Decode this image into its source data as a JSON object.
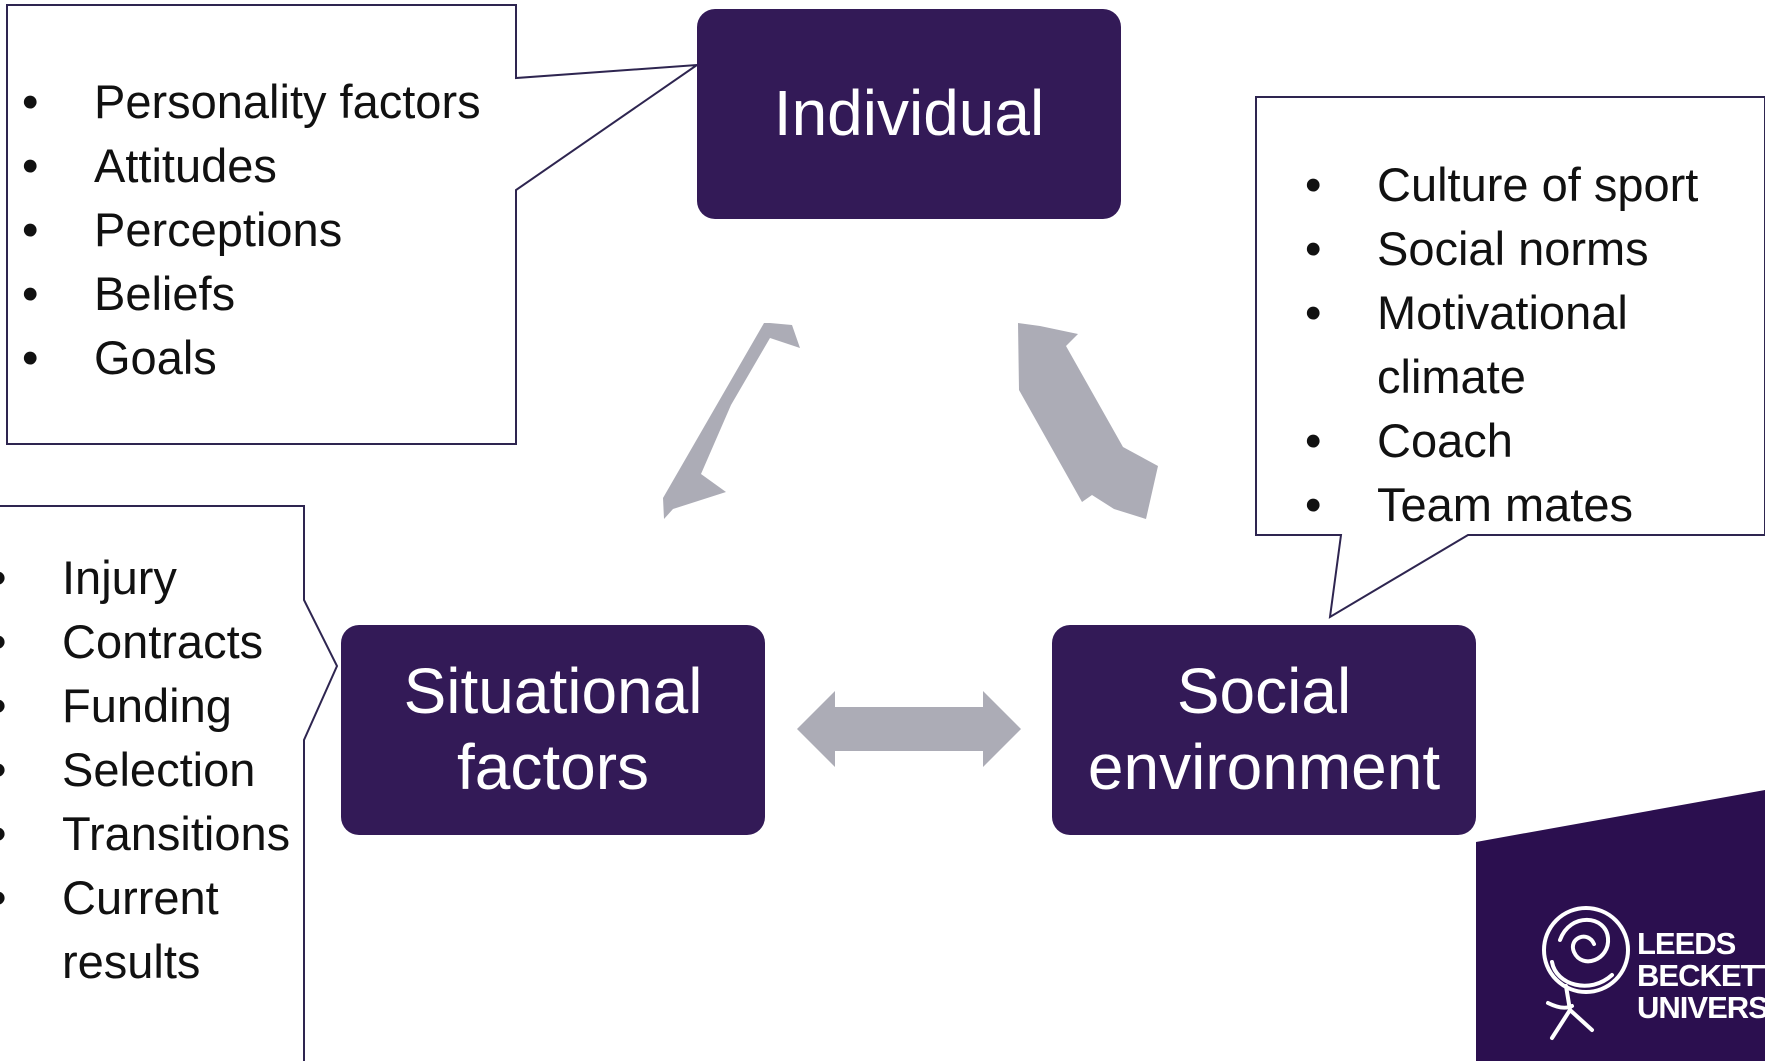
{
  "nodes": {
    "individual": [
      "Individual"
    ],
    "situational": [
      "Situational",
      "factors"
    ],
    "social": [
      "Social",
      "environment"
    ]
  },
  "lists": {
    "individual": [
      "Personality factors",
      "Attitudes",
      "Perceptions",
      "Beliefs",
      "Goals"
    ],
    "social": [
      "Culture of sport",
      "Social norms",
      "Motivational climate",
      "Coach",
      "Team mates"
    ],
    "situational": [
      "Injury",
      "Contracts",
      "Funding",
      "Selection",
      "Transitions",
      "Current results"
    ]
  },
  "bullet": "•",
  "logo": {
    "lines": [
      "LEEDS",
      "BECKETT",
      "UNIVERSITY"
    ]
  },
  "colors": {
    "node_fill": "#331a57",
    "arrow_fill": "#acacb6",
    "callout_stroke": "#2e2550",
    "logo_fill": "#2b0f4f"
  },
  "icons": {
    "arrow_shape": "double-headed-arrow",
    "logo_mark": "rose-icon"
  }
}
